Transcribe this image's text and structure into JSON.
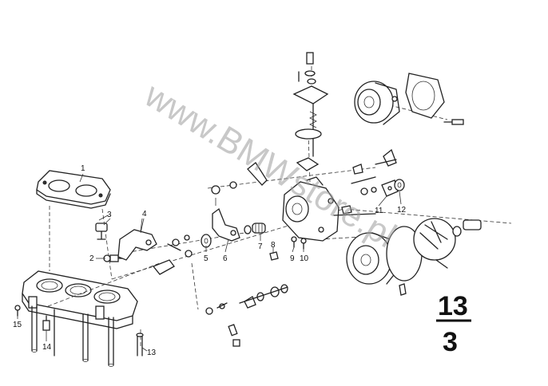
{
  "watermark": "www.BMWstore.pl",
  "group": {
    "top": "13",
    "bottom": "3"
  },
  "callouts": [
    {
      "id": "c1",
      "text": "1"
    },
    {
      "id": "c2",
      "text": "2"
    },
    {
      "id": "c3",
      "text": "3"
    },
    {
      "id": "c4",
      "text": "4"
    },
    {
      "id": "c5",
      "text": "5"
    },
    {
      "id": "c6",
      "text": "6"
    },
    {
      "id": "c7",
      "text": "7"
    },
    {
      "id": "c8",
      "text": "8"
    },
    {
      "id": "c9",
      "text": "9"
    },
    {
      "id": "c10",
      "text": "10"
    },
    {
      "id": "c11",
      "text": "11"
    },
    {
      "id": "c12",
      "text": "12"
    },
    {
      "id": "c13",
      "text": "13"
    },
    {
      "id": "c14",
      "text": "14"
    },
    {
      "id": "c15",
      "text": "15"
    }
  ]
}
